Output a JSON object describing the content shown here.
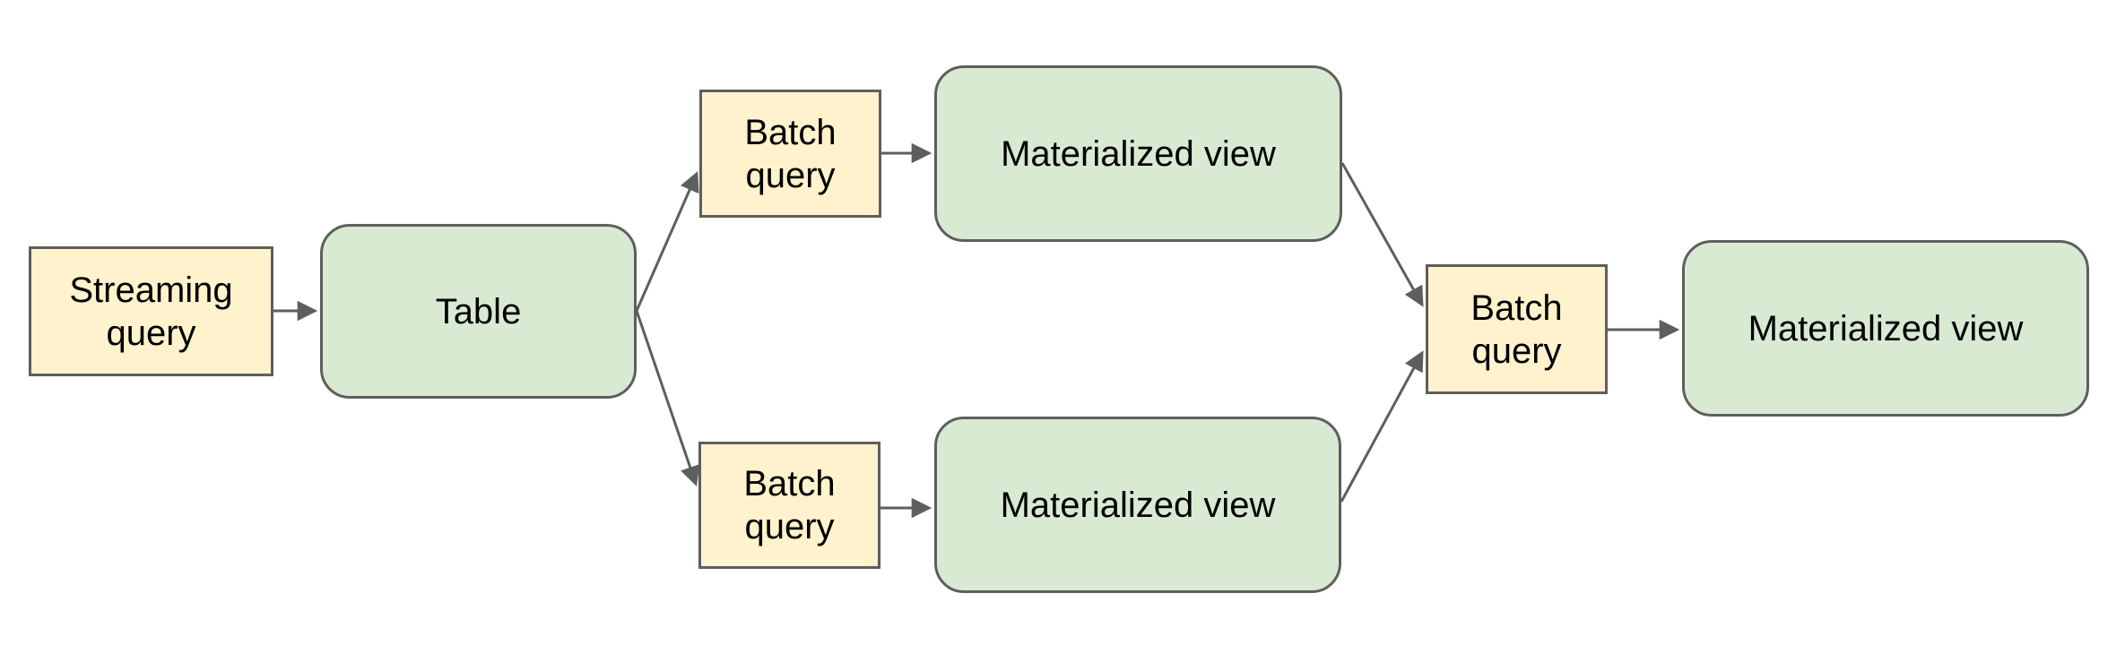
{
  "diagram": {
    "kind": "flowchart",
    "background_color": "#ffffff",
    "colors": {
      "query_node_fill": "#fff2cc",
      "view_node_fill": "#d9ead3",
      "node_border": "#5e5e5e",
      "connector": "#5e5e5e",
      "label_text": "#000000"
    },
    "nodes": [
      {
        "id": "streaming-query",
        "label": "Streaming query",
        "shape": "rectangle",
        "fill": "#fff2cc"
      },
      {
        "id": "table",
        "label": "Table",
        "shape": "rounded-rectangle",
        "fill": "#d9ead3"
      },
      {
        "id": "batch-query-top",
        "label": "Batch query",
        "shape": "rectangle",
        "fill": "#fff2cc"
      },
      {
        "id": "materialized-view-top",
        "label": "Materialized view",
        "shape": "rounded-rectangle",
        "fill": "#d9ead3"
      },
      {
        "id": "batch-query-bottom",
        "label": "Batch query",
        "shape": "rectangle",
        "fill": "#fff2cc"
      },
      {
        "id": "materialized-view-bottom",
        "label": "Materialized view",
        "shape": "rounded-rectangle",
        "fill": "#d9ead3"
      },
      {
        "id": "batch-query-merge",
        "label": "Batch query",
        "shape": "rectangle",
        "fill": "#fff2cc"
      },
      {
        "id": "materialized-view-final",
        "label": "Materialized view",
        "shape": "rounded-rectangle",
        "fill": "#d9ead3"
      }
    ],
    "edges": [
      {
        "from": "streaming-query",
        "to": "table"
      },
      {
        "from": "table",
        "to": "batch-query-top"
      },
      {
        "from": "table",
        "to": "batch-query-bottom"
      },
      {
        "from": "batch-query-top",
        "to": "materialized-view-top"
      },
      {
        "from": "batch-query-bottom",
        "to": "materialized-view-bottom"
      },
      {
        "from": "materialized-view-top",
        "to": "batch-query-merge"
      },
      {
        "from": "materialized-view-bottom",
        "to": "batch-query-merge"
      },
      {
        "from": "batch-query-merge",
        "to": "materialized-view-final"
      }
    ]
  }
}
